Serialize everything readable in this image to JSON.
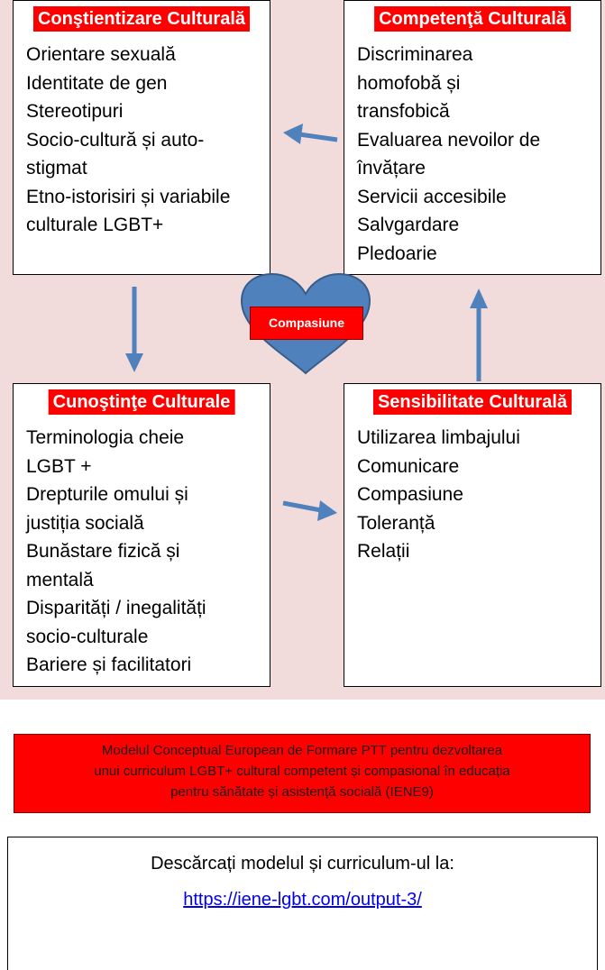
{
  "boxes": {
    "cultural_awareness": {
      "title": "Conştientizare Culturală",
      "items": [
        "Orientare sexuală",
        "Identitate de gen",
        "Stereotipuri",
        "Socio-cultură și auto-",
        "stigmat",
        "Etno-istorisiri și variabile",
        "culturale LGBT+"
      ]
    },
    "cultural_competence": {
      "title": "Competenţă Culturală",
      "items": [
        "Discriminarea",
        "homofobă și",
        "transfobică",
        "Evaluarea nevoilor de",
        "învățare",
        "Servicii accesibile",
        "Salvgardare",
        "Pledoarie"
      ]
    },
    "cultural_knowledge": {
      "title": "Cunoştinţe Culturale",
      "items": [
        "Terminologia cheie",
        "LGBT +",
        "Drepturile omului și",
        "justiția socială",
        "Bunăstare fizică și",
        "mentală",
        "Disparități / inegalități",
        "socio-culturale",
        "Bariere și facilitatori"
      ]
    },
    "cultural_sensitivity": {
      "title": "Sensibilitate Culturală",
      "items": [
        "Utilizarea limbajului",
        "Comunicare",
        "Compasiune",
        "Toleranță",
        "Relații"
      ]
    }
  },
  "center": {
    "label": "Compasiune"
  },
  "caption": {
    "lines": [
      "Modelul Conceptual European de Formare PTT pentru dezvoltarea",
      "unui curriculum LGBT+ cultural competent și compasional în educația",
      "pentru sănătate și asistență socială (IENE9)"
    ]
  },
  "download": {
    "text": "Descărcați modelul și curriculum-ul la:",
    "link": "https://iene-lgbt.com/output-3/"
  },
  "colors": {
    "background": "#f2dcdb",
    "title_bg": "#ff0000",
    "heart": "#4f81bd",
    "arrow": "#4f81bd",
    "link": "#0000ee"
  }
}
